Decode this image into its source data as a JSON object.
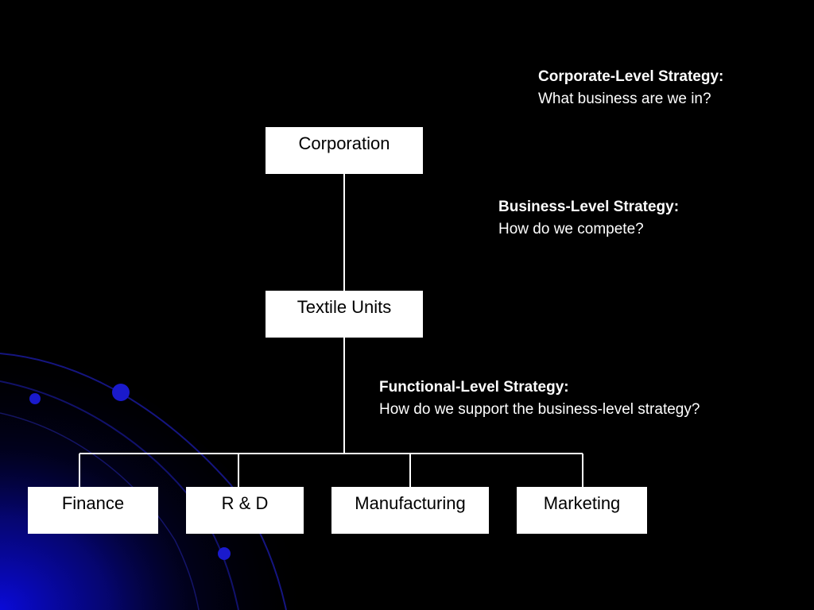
{
  "colors": {
    "background": "#000000",
    "box_fill": "#ffffff",
    "connector": "#ffffff",
    "accent_blue": "#1a1aff"
  },
  "nodes": {
    "corporation": "Corporation",
    "textile_units": "Textile Units",
    "finance": "Finance",
    "r_and_d": "R & D",
    "manufacturing": "Manufacturing",
    "marketing": "Marketing"
  },
  "edges": [
    [
      "corporation",
      "textile_units"
    ],
    [
      "textile_units",
      "finance"
    ],
    [
      "textile_units",
      "r_and_d"
    ],
    [
      "textile_units",
      "manufacturing"
    ],
    [
      "textile_units",
      "marketing"
    ]
  ],
  "annotations": {
    "corporate": {
      "heading": "Corporate-Level Strategy:",
      "question": "What business are we in?"
    },
    "business": {
      "heading": "Business-Level Strategy:",
      "question": "How do we compete?"
    },
    "functional": {
      "heading": "Functional-Level Strategy:",
      "question": "How do we support the business-level strategy?"
    }
  }
}
